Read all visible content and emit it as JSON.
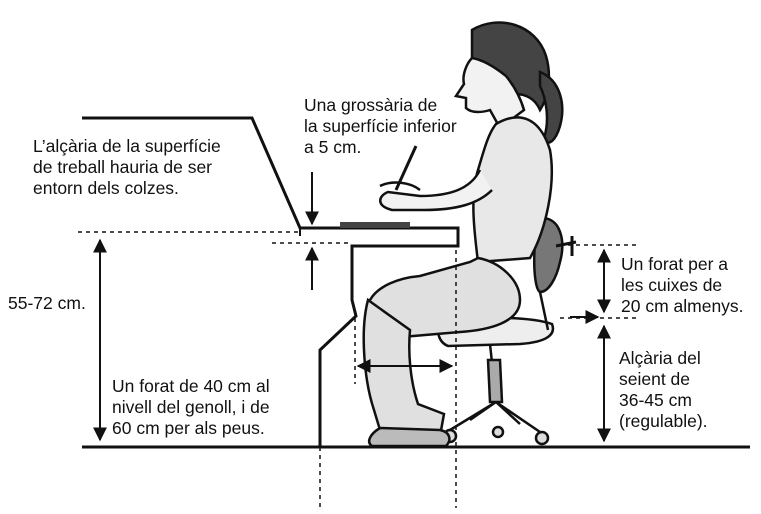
{
  "labels": {
    "surface_thickness": [
      "Una grossària de",
      "la superfície inferior",
      "a 5 cm."
    ],
    "work_height": [
      "L’alçària de la superfície",
      "de treball hauria de ser",
      "entorn dels colzes."
    ],
    "table_range": [
      "55-72 cm."
    ],
    "knee_clearance": [
      "Un forat de 40 cm al",
      "nivell del genoll, i de",
      "60 cm per als peus."
    ],
    "thigh_clearance": [
      "Un forat per a",
      "les cuixes de",
      "20 cm almenys."
    ],
    "seat_height": [
      "Alçària del",
      "seient de",
      "36-45 cm",
      "(regulable)."
    ]
  },
  "colors": {
    "ink": "#111111",
    "paper": "#ffffff"
  }
}
